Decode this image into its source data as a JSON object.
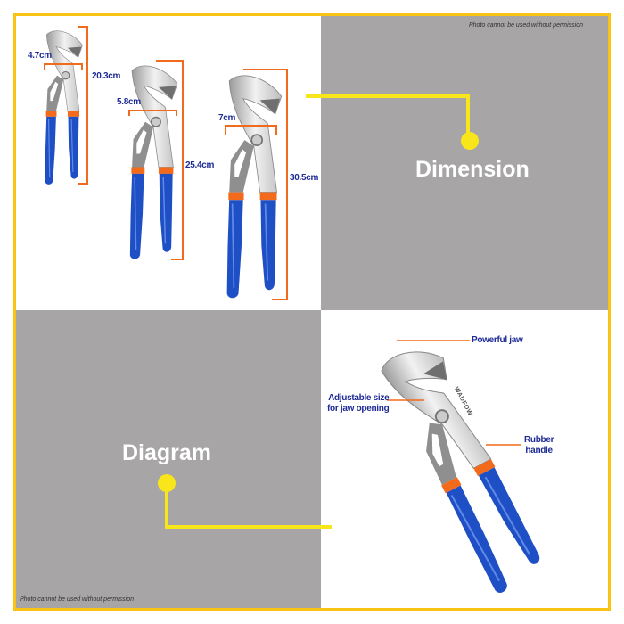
{
  "watermark_top": "Photo cannot be used without permission",
  "watermark_bottom": "Photo cannot be used without permission",
  "dimension": {
    "title": "Dimension",
    "items": [
      {
        "jaw": "4.7cm",
        "length": "20.3cm"
      },
      {
        "jaw": "5.8cm",
        "length": "25.4cm"
      },
      {
        "jaw": "7cm",
        "length": "30.5cm"
      }
    ]
  },
  "diagram": {
    "title": "Diagram",
    "labels": {
      "jaw": "Powerful jaw",
      "adjust_1": "Adjustable size",
      "adjust_2": "for jaw opening",
      "handle_1": "Rubber",
      "handle_2": "handle"
    },
    "brand": "WADFOW"
  },
  "colors": {
    "frame": "#f8c315",
    "accent": "#f26a1b",
    "text": "#1e2b96",
    "handle": "#1f4fc4",
    "panel": "#a7a5a5"
  }
}
